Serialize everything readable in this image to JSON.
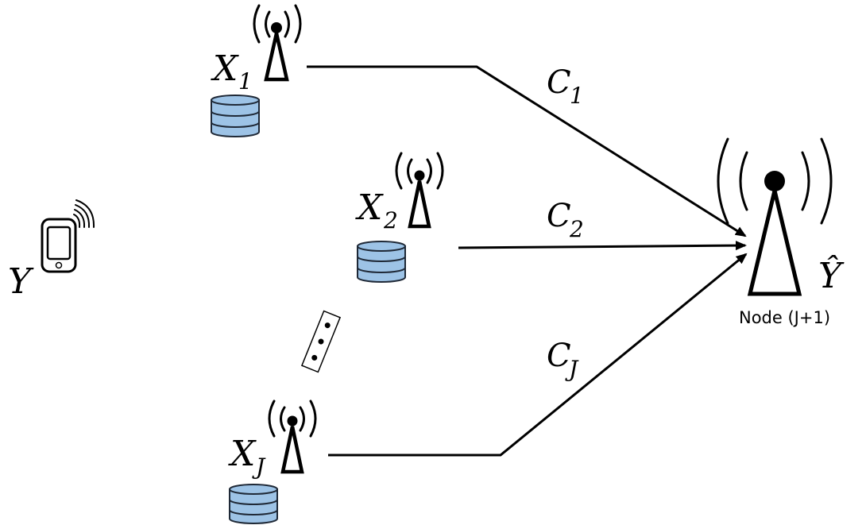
{
  "diagram": {
    "source": {
      "label": "Y",
      "icon": "smartphone-icon"
    },
    "helpers": [
      {
        "base": "X",
        "sub": "1",
        "icon": "antenna-icon",
        "storage_icon": "database-icon"
      },
      {
        "base": "X",
        "sub": "2",
        "icon": "antenna-icon",
        "storage_icon": "database-icon"
      },
      {
        "base": "X",
        "sub": "J",
        "icon": "antenna-icon",
        "storage_icon": "database-icon"
      }
    ],
    "links": [
      {
        "base": "C",
        "sub": "1"
      },
      {
        "base": "C",
        "sub": "2"
      },
      {
        "base": "C",
        "sub": "J"
      }
    ],
    "ellipsis_icon": "vertical-ellipsis-icon",
    "destination": {
      "estimate_label": "Ŷ",
      "caption": "Node (J+1)",
      "icon": "antenna-icon"
    },
    "colors": {
      "database": "#9dc3e6",
      "stroke": "#000000"
    }
  }
}
